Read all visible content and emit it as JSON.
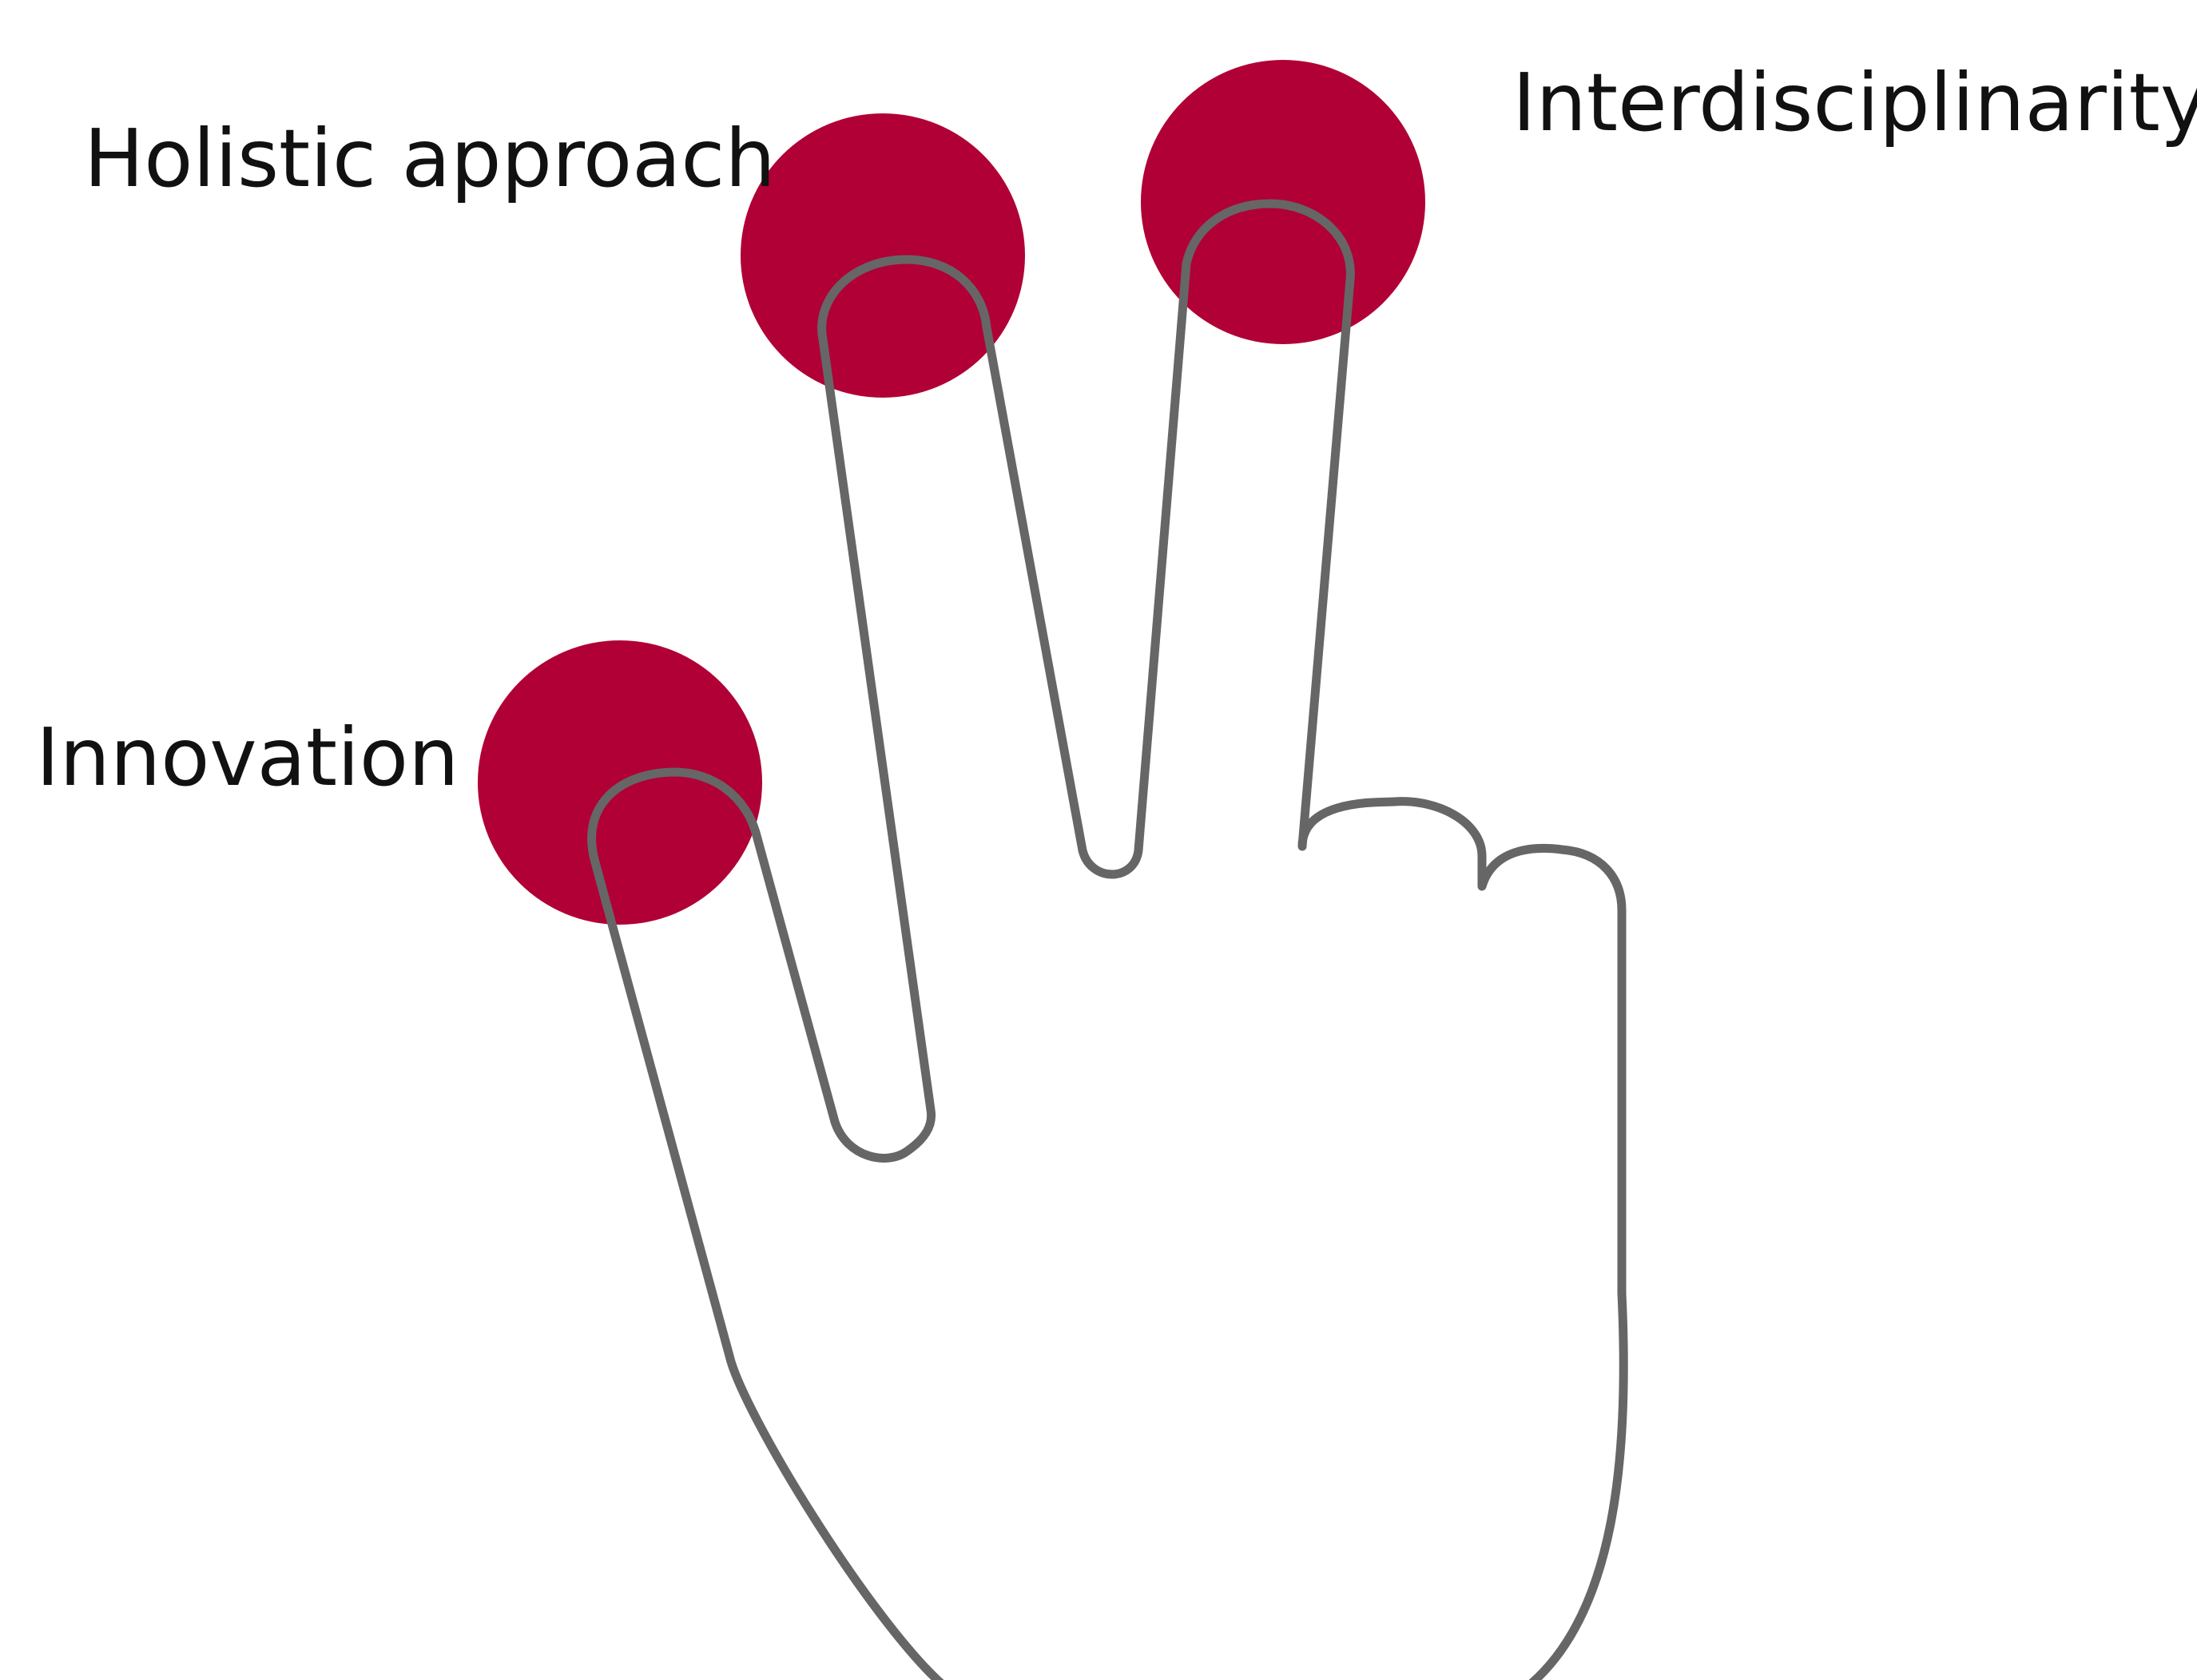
{
  "diagram": {
    "labels": {
      "holistic": "Holistic approach",
      "interdisciplinarity": "Interdisciplinarity",
      "innovation": "Innovation"
    },
    "colors": {
      "dot": "#B00035",
      "outline": "#666666",
      "text": "#111111",
      "background": "#ffffff"
    }
  }
}
